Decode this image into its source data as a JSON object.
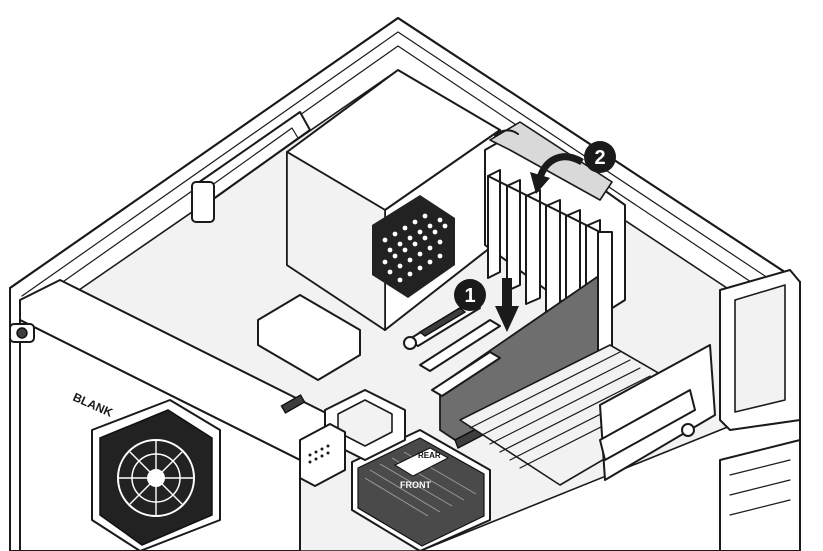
{
  "callouts": [
    {
      "label": "1",
      "meaning": "insert expansion card into slot"
    },
    {
      "label": "2",
      "meaning": "close expansion slot retainer"
    }
  ],
  "heatsink_label": {
    "line1": "REAR",
    "line2": "FRONT"
  },
  "chassis_label": "BLANK",
  "colors": {
    "line": "#1a1a1a",
    "card": "#6e6e6e",
    "background": "#ffffff"
  }
}
